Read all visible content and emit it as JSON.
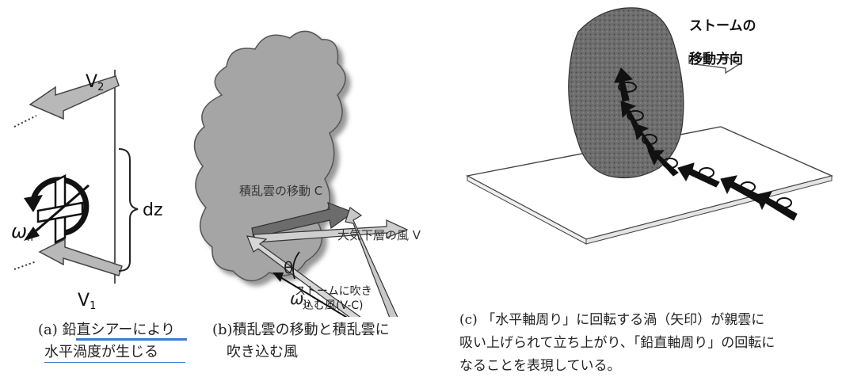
{
  "panel_a": {
    "label_v2": "V",
    "label_v2_sub": "2",
    "label_v1": "V",
    "label_v1_sub": "1",
    "label_dz": "dz",
    "label_omega": "ω",
    "label_omega_sub": "h",
    "caption_line1": "(a) 鉛直シアーにより",
    "caption_line2": "水平渦度が生じる"
  },
  "panel_b": {
    "label_storm_motion": "積乱雲の移動 C",
    "label_low_wind": "大気下層の風 V",
    "label_theta": "θ",
    "label_omega": "ω",
    "label_omega_sub": "h",
    "label_inflow_line1": "ストームに吹き",
    "label_inflow_line2": "込む風(V-C)",
    "caption_line1": "(b)積乱雲の移動と積乱雲に",
    "caption_line2": "吹き込む風"
  },
  "panel_c": {
    "label_direction_line1": "ストームの",
    "label_direction_line2": "移動方向",
    "caption_line1": "(c) 「水平軸周り」に回転する渦（矢印）が親雲に",
    "caption_line2": "吸い上げられて立ち上がり、「鉛直軸周り」の回転に",
    "caption_line3": "なることを表現している。"
  },
  "colors": {
    "caption_underline": "#3a7bd5",
    "arrow_gray": "#9a9a9a",
    "cloud_gray": "#9b9b9b",
    "storm_dark": "#555555"
  }
}
